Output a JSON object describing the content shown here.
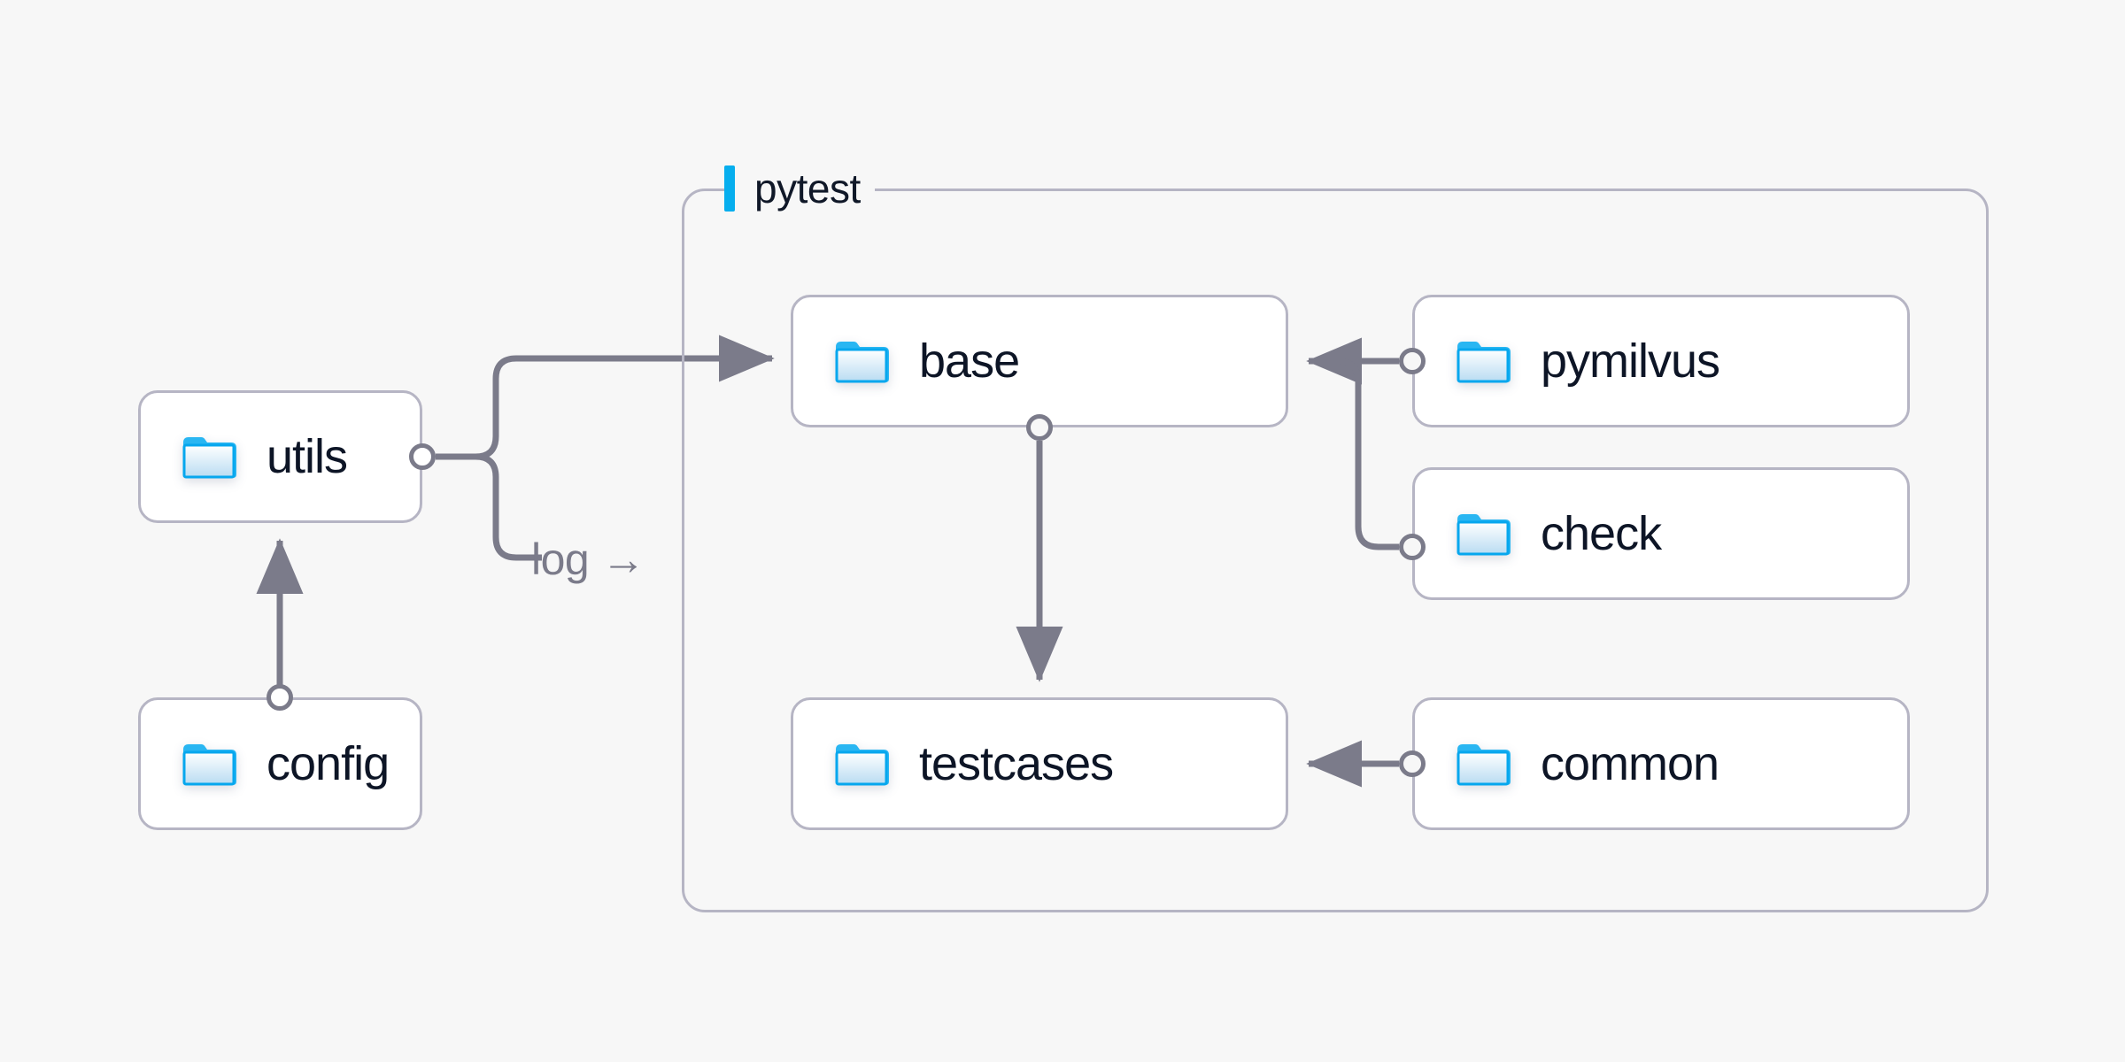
{
  "diagram": {
    "title_visible": false,
    "background_color": "#f7f7f7",
    "accent_color": "#06aeee",
    "edge_color": "#7b7b8a",
    "node_border_color": "#b6b5c4",
    "node_fill_color": "#ffffff",
    "label_color": "#0d1526"
  },
  "group": {
    "label": "pytest",
    "bar_color": "#06aeee"
  },
  "nodes": [
    {
      "id": "utils",
      "label": "utils",
      "icon": "folder-icon"
    },
    {
      "id": "config",
      "label": "config",
      "icon": "folder-icon"
    },
    {
      "id": "base",
      "label": "base",
      "icon": "folder-icon"
    },
    {
      "id": "testcases",
      "label": "testcases",
      "icon": "folder-icon"
    },
    {
      "id": "pymilvus",
      "label": "pymilvus",
      "icon": "folder-icon"
    },
    {
      "id": "check",
      "label": "check",
      "icon": "folder-icon"
    },
    {
      "id": "common",
      "label": "common",
      "icon": "folder-icon"
    }
  ],
  "edges": [
    {
      "from": "utils",
      "to": "base",
      "label": ""
    },
    {
      "from": "utils",
      "to": "log",
      "label": "log"
    },
    {
      "from": "config",
      "to": "utils",
      "label": ""
    },
    {
      "from": "base",
      "to": "testcases",
      "label": ""
    },
    {
      "from": "pymilvus",
      "to": "base",
      "label": ""
    },
    {
      "from": "check",
      "to": "base",
      "label": ""
    },
    {
      "from": "common",
      "to": "testcases",
      "label": ""
    }
  ],
  "edge_labels": {
    "log": "log",
    "log_arrow": "→"
  }
}
